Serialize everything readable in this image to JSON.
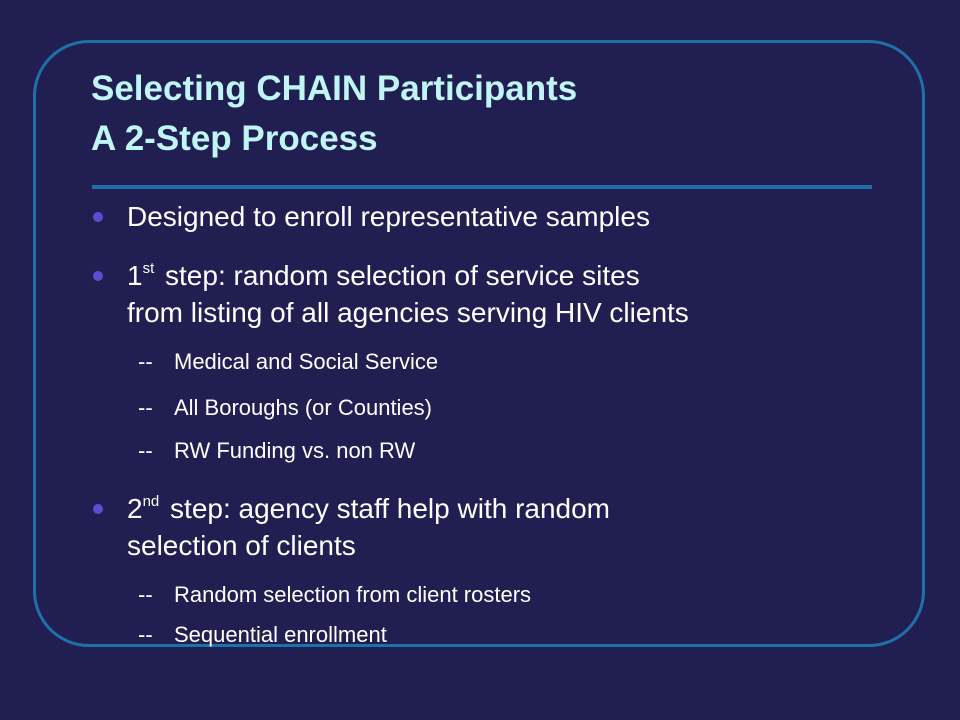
{
  "slide": {
    "title_line1": "Selecting CHAIN Participants",
    "title_line2": "A 2-Step Process",
    "bullets": [
      {
        "text": "Designed to enroll representative samples"
      },
      {
        "num": "1",
        "sup": "st",
        "line1": "step: random selection of service sites",
        "line2": "from listing of all agencies serving HIV clients",
        "subs": [
          "Medical and Social Service",
          "All Boroughs  (or Counties)",
          "RW Funding vs. non RW"
        ]
      },
      {
        "num": "2",
        "sup": "nd",
        "line1": "step: agency staff help with random",
        "line2": "selection of clients",
        "subs": [
          "Random selection from client rosters",
          "Sequential enrollment"
        ]
      }
    ],
    "dash": "--"
  },
  "colors": {
    "background": "#211f52",
    "frame": "#1f6fa8",
    "title": "#bff5f5",
    "text": "#ffffff",
    "bullet": "#5a4fd0"
  }
}
